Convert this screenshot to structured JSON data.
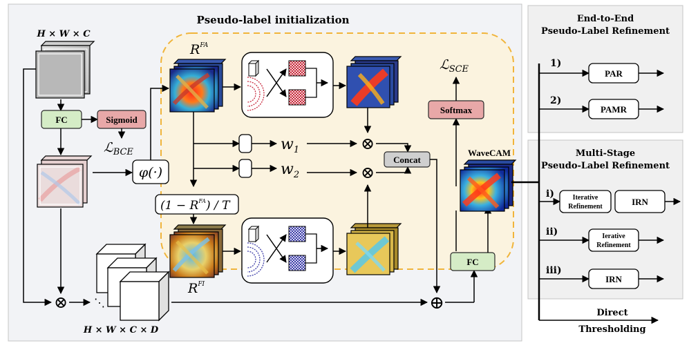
{
  "panels": {
    "main_title": "Pseudo-label initialization",
    "e2e_title_line1": "End-to-End",
    "e2e_title_line2": "Pseudo-Label Refinement",
    "ms_title_line1": "Multi-Stage",
    "ms_title_line2": "Pseudo-Label Refinement"
  },
  "dims": {
    "input": "H × W × C",
    "expanded": "H × W × C × D"
  },
  "blocks": {
    "fc_left": "FC",
    "sigmoid": "Sigmoid",
    "concat": "Concat",
    "softmax": "Softmax",
    "fc_right": "FC",
    "wavecam": "WaveCAM"
  },
  "math": {
    "loss_bce_main": "ℒ",
    "loss_bce_sub": "BCE",
    "loss_sce_main": "ℒ",
    "loss_sce_sub": "SCE",
    "phi": "φ(·)",
    "r_fa": "R",
    "r_fa_sup": "FA",
    "r_fi": "R",
    "r_fi_sup": "FI",
    "norm_expr_a": "(1 − R",
    "norm_expr_sup": "FA",
    "norm_expr_b": ") / T",
    "w1": "w",
    "w1_sub": "1",
    "w2": "w",
    "w2_sub": "2",
    "otimes": "⊗",
    "oplus": "⊕",
    "dots": "⋱"
  },
  "refinement": {
    "e2e_items": [
      {
        "marker": "1)",
        "label": "PAR"
      },
      {
        "marker": "2)",
        "label": "PAMR"
      }
    ],
    "ms_items": [
      {
        "marker": "i)",
        "boxes": [
          "Iterative Refinement",
          "IRN"
        ]
      },
      {
        "marker": "ii)",
        "boxes": [
          "Ierative Refinement"
        ]
      },
      {
        "marker": "iii)",
        "boxes": [
          "IRN"
        ]
      }
    ],
    "direct_line1": "Direct",
    "direct_line2": "Thresholding"
  },
  "colors": {
    "fc_fill": "#d5ecc6",
    "sigmoid_fill": "#e8a8a8",
    "softmax_fill": "#e8a8a8",
    "concat_fill": "#cfcfcf",
    "dashed_region": "#fbf3df",
    "dashed_stroke": "#f0b43a",
    "panel_fill": "#f2f3f6",
    "side_panel_fill": "#f0f0f0",
    "red_pattern": "#c8283c",
    "blue_pattern": "#3c3ca8"
  }
}
